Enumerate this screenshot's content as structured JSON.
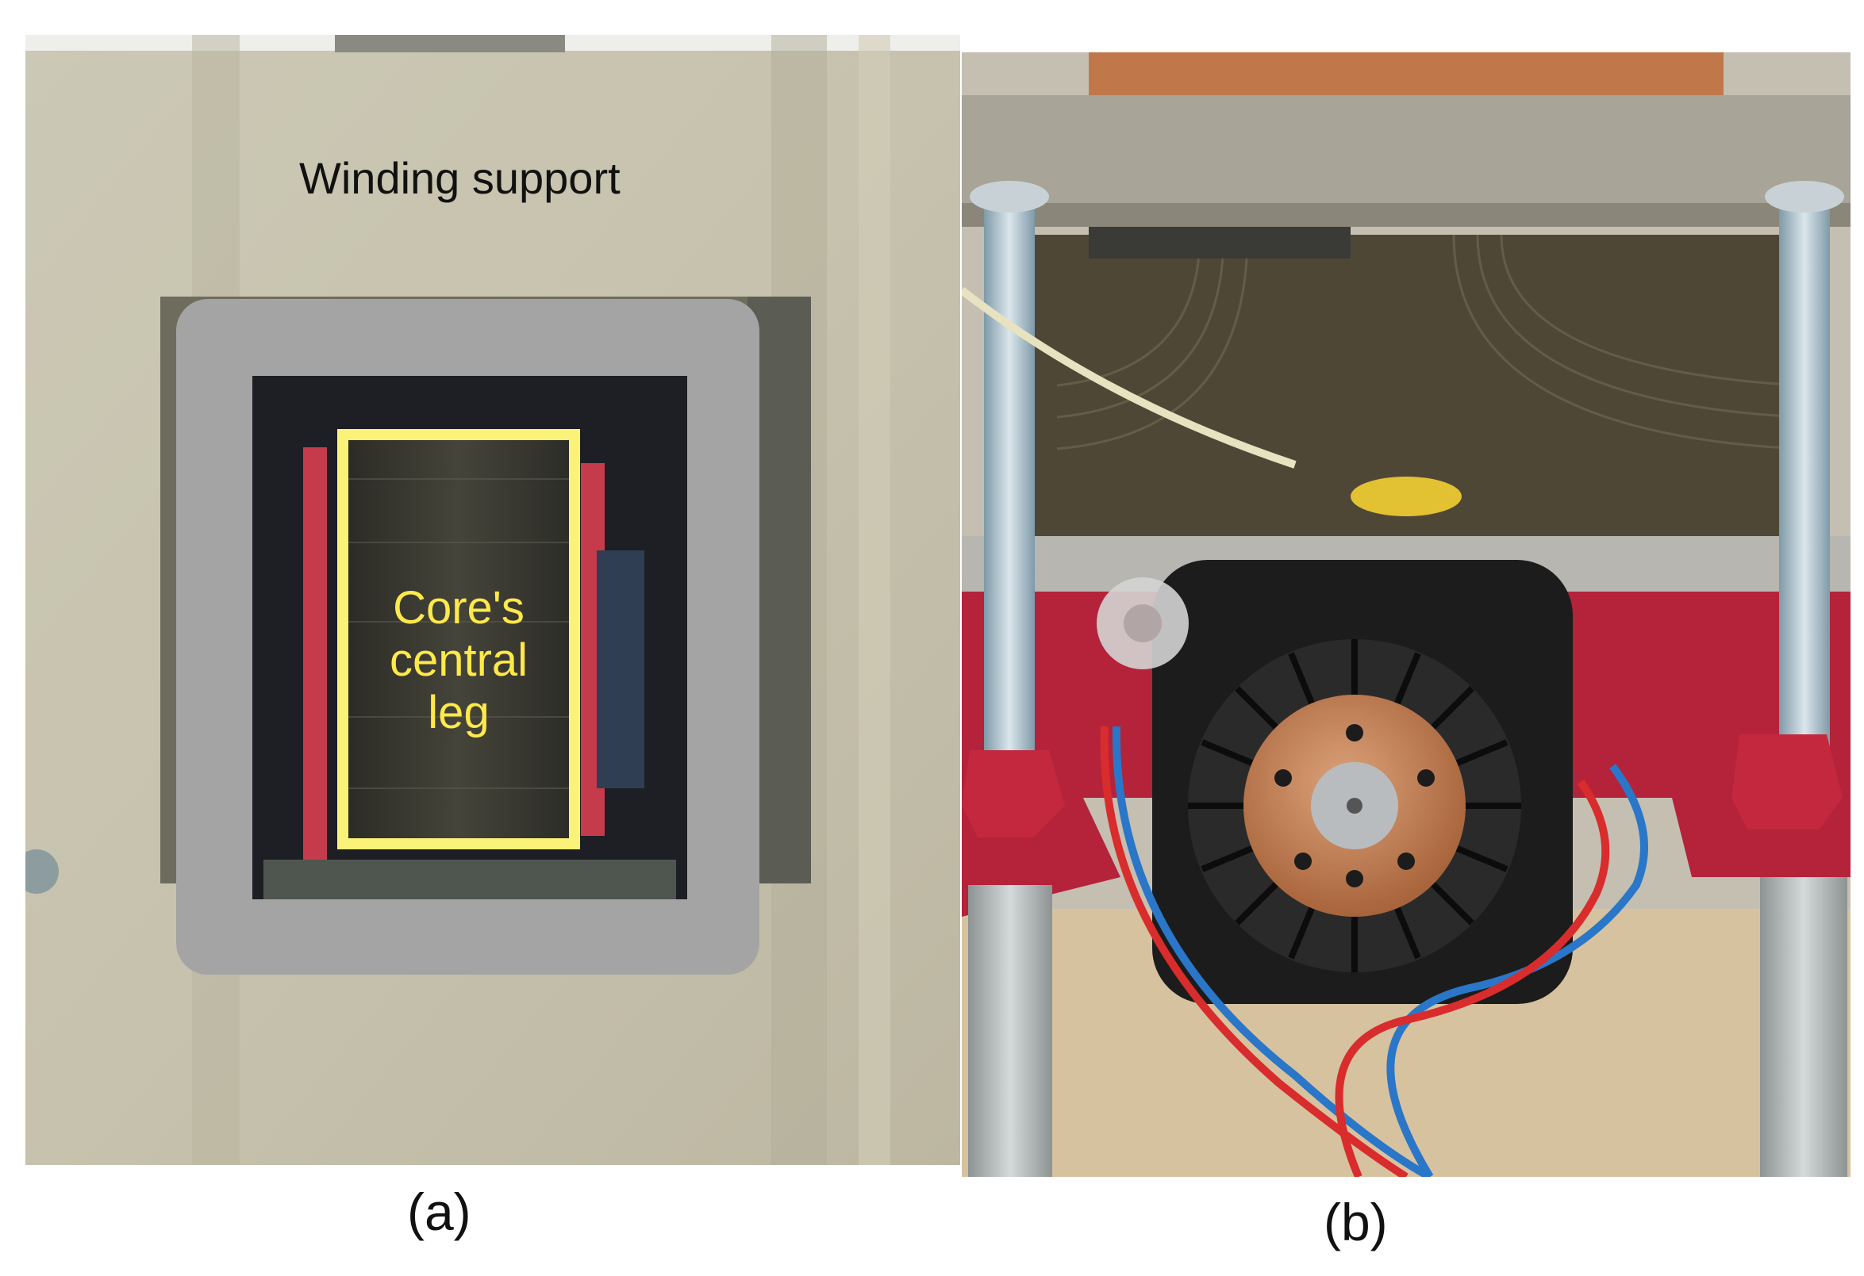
{
  "figure": {
    "panel_a": {
      "caption": "(a)",
      "winding_label": "Winding support",
      "core_label": "Core's\ncentral\nleg",
      "colors": {
        "gray_frame": "#a4a4a4",
        "yellow_box": "#fbf27a",
        "background": "#c9c5b2"
      }
    },
    "panel_b": {
      "caption": "(b)",
      "colors": {
        "red_base": "#b4233a",
        "fan_body": "#1c1c1c",
        "fan_hub": "#c37a4c",
        "wood": "#d7c2a0"
      }
    }
  }
}
